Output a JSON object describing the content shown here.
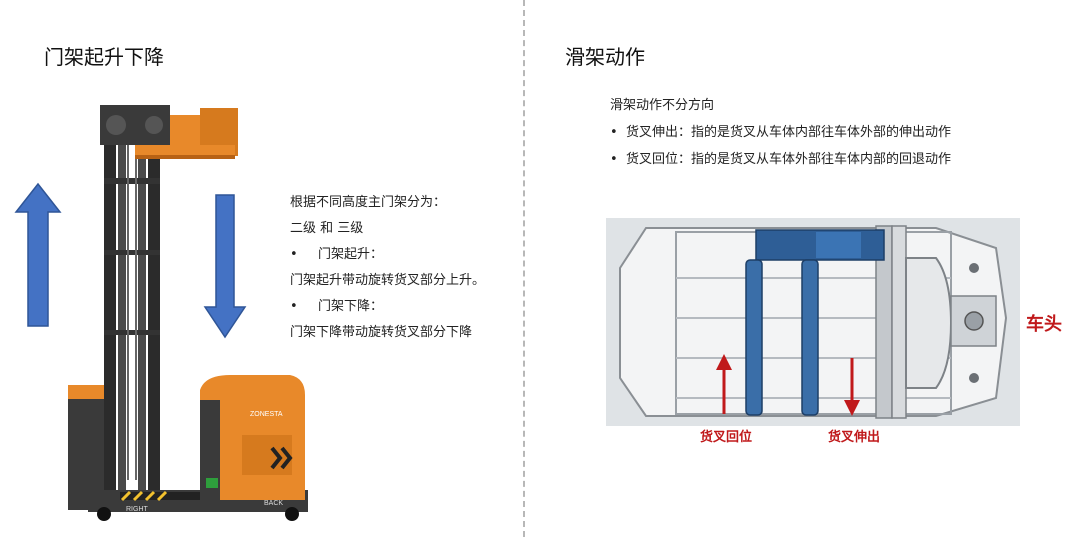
{
  "left": {
    "title": "门架起升下降",
    "desc_line1": "根据不同高度主门架分为：",
    "desc_line2": "二级 和 三级",
    "bullet1_label": "门架起升：",
    "bullet1_text": "门架起升带动旋转货叉部分上升。",
    "bullet2_label": "门架下降：",
    "bullet2_text": "门架下降带动旋转货叉部分下降",
    "bullet_mark": "•"
  },
  "right": {
    "title": "滑架动作",
    "intro": "滑架动作不分方向",
    "bullet_mark": "•",
    "bullet1": "货叉伸出：指的是货叉从车体内部往车体外部的伸出动作",
    "bullet2": "货叉回位：指的是货叉从车体外部往车体内部的回退动作",
    "head_label": "车头",
    "retract_label": "货叉回位",
    "extend_label": "货叉伸出"
  },
  "forklift": {
    "side_label_right": "RIGHT",
    "side_label_back": "BACK",
    "brand": "ZONESTA"
  },
  "colors": {
    "arrow_blue": "#4472c4",
    "accent_red": "#c0191b",
    "body_orange": "#e8892a",
    "mast_dark": "#2b2b2b"
  }
}
